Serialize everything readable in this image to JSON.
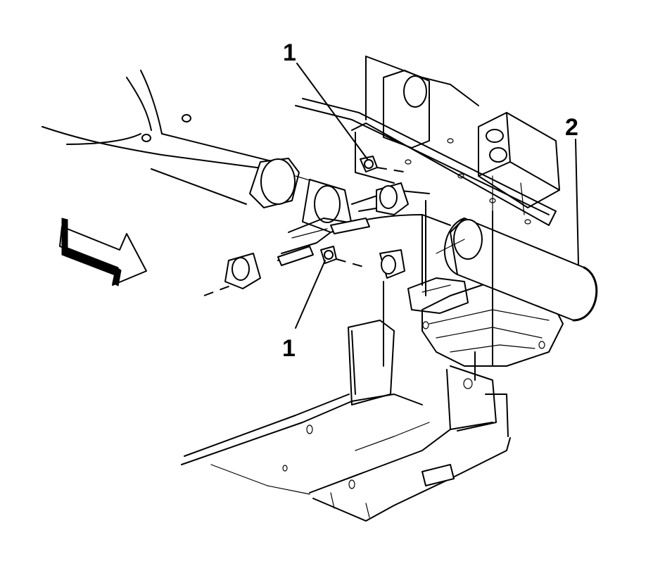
{
  "callouts": [
    {
      "id": "callout-1-top",
      "label": "1"
    },
    {
      "id": "callout-1-bottom",
      "label": "1"
    },
    {
      "id": "callout-2",
      "label": "2"
    }
  ],
  "icons": {
    "direction": "forward-arrow-icon"
  },
  "colors": {
    "line": "#000000",
    "background": "#ffffff"
  }
}
